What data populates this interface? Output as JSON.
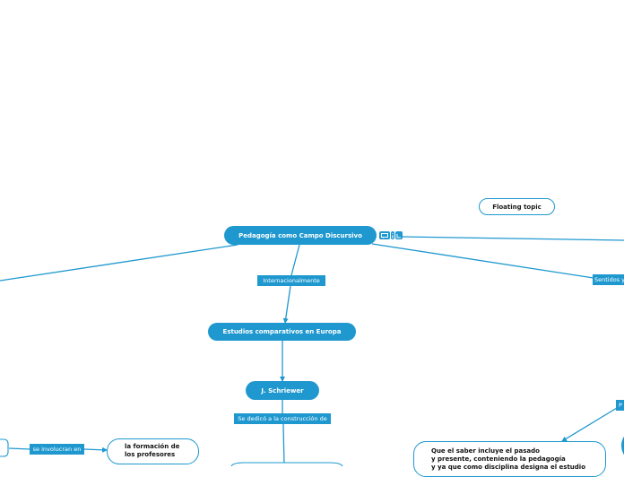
{
  "nodes": {
    "central": "Pedagogía como Campo Discursivo",
    "estudios": "Estudios comparativos en Europa",
    "schriewer": "J. Schriewer",
    "floating": "Floating topic",
    "formacion": "la formación de\nlos profesores",
    "saber": "Que el saber incluye el pasado\ny presente, conteniendo la pedagogía\ny ya que como disciplina designa el estudio"
  },
  "labels": {
    "internacional": "Internacionalmente",
    "dedico": "Se dedicó a la construcción de",
    "involucran": "se involucran en",
    "sentidos": "Sentidos y",
    "p_fragment": "P"
  },
  "icons": {
    "central_note": "note-icon",
    "central_info": "info-icon",
    "central_link": "link-icon"
  },
  "colors": {
    "accent": "#1f98cf",
    "text_on_accent": "#ffffff"
  }
}
